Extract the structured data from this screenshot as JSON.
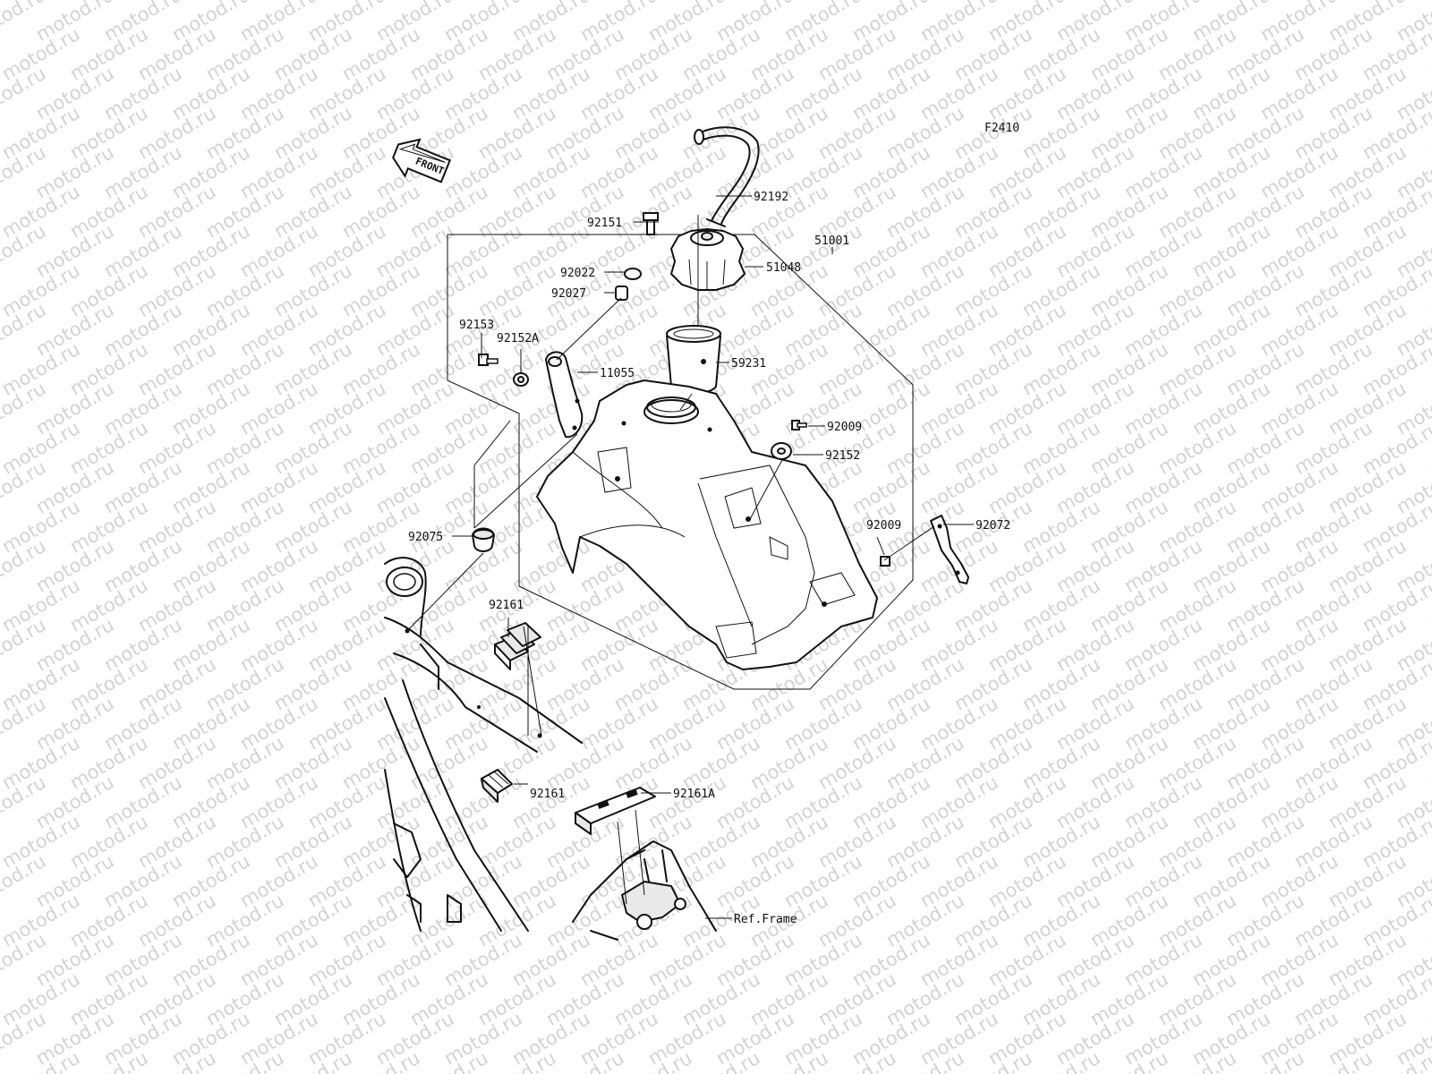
{
  "diagram": {
    "code": "F2410",
    "front_label": "FRONT",
    "watermark_text": "motod.ru",
    "parts": [
      {
        "id": "92192",
        "label": "92192"
      },
      {
        "id": "92151",
        "label": "92151"
      },
      {
        "id": "51048",
        "label": "51048"
      },
      {
        "id": "92022",
        "label": "92022"
      },
      {
        "id": "92027",
        "label": "92027"
      },
      {
        "id": "51001",
        "label": "51001"
      },
      {
        "id": "92153",
        "label": "92153"
      },
      {
        "id": "92152A",
        "label": "92152A"
      },
      {
        "id": "11055",
        "label": "11055"
      },
      {
        "id": "59231",
        "label": "59231"
      },
      {
        "id": "92009_a",
        "label": "92009"
      },
      {
        "id": "92152",
        "label": "92152"
      },
      {
        "id": "92009_b",
        "label": "92009"
      },
      {
        "id": "92072",
        "label": "92072"
      },
      {
        "id": "92075",
        "label": "92075"
      },
      {
        "id": "92161_a",
        "label": "92161"
      },
      {
        "id": "92161_b",
        "label": "92161"
      },
      {
        "id": "92161A",
        "label": "92161A"
      },
      {
        "id": "ref_frame",
        "label": "Ref.Frame"
      }
    ]
  }
}
